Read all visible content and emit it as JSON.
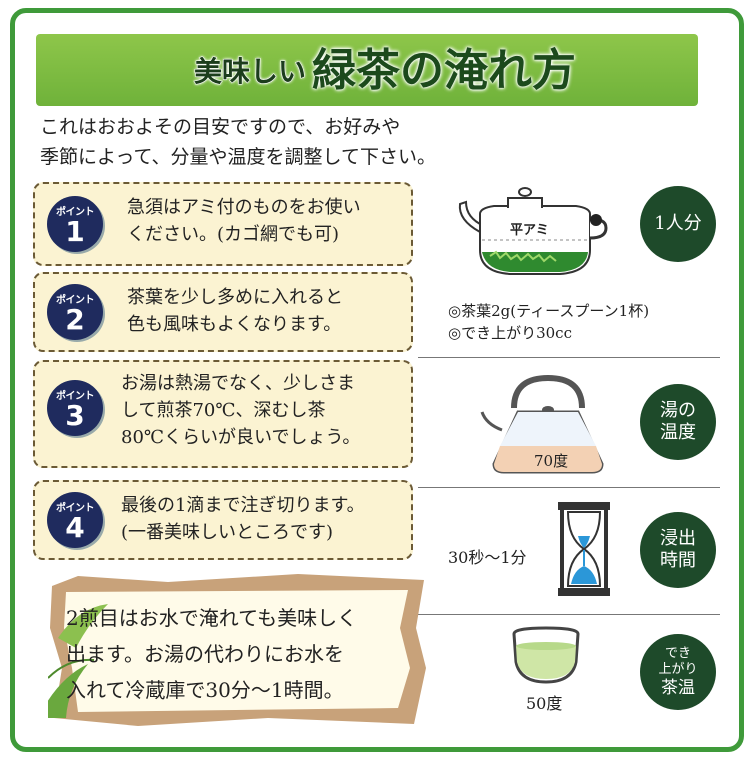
{
  "title": {
    "prefix": "美味しい",
    "main": "緑茶の淹れ方"
  },
  "intro": {
    "line1": "これはおおよその目安ですので、お好みや",
    "line2": "季節によって、分量や温度を調整して下さい。"
  },
  "points": [
    {
      "badge": "ポイント",
      "number": "1",
      "lines": [
        "急須はアミ付のものをお使い",
        "ください。(カゴ網でも可)"
      ]
    },
    {
      "badge": "ポイント",
      "number": "2",
      "lines": [
        "茶葉を少し多めに入れると",
        "色も風味もよくなります。"
      ]
    },
    {
      "badge": "ポイント",
      "number": "3",
      "lines": [
        "お湯は熱湯でなく、少しさま",
        "して煎茶70℃、深むし茶",
        "80℃くらいが良いでしょう。"
      ]
    },
    {
      "badge": "ポイント",
      "number": "4",
      "lines": [
        "最後の1滴まで注ぎ切ります。",
        "(一番美味しいところです)"
      ]
    }
  ],
  "teapot": {
    "label": "平アミ"
  },
  "amount": {
    "circle": "1人分",
    "line1": "◎茶葉2g(ティースプーン1杯)",
    "line2": "◎でき上がり30cc"
  },
  "temperature": {
    "circle_line1": "湯の",
    "circle_line2": "温度",
    "kettle_label": "70度"
  },
  "steep": {
    "circle_line1": "浸出",
    "circle_line2": "時間",
    "label": "30秒〜1分"
  },
  "final": {
    "circle_line1": "でき",
    "circle_line2": "上がり",
    "circle_line3": "茶温",
    "label": "50度"
  },
  "board": {
    "line1": "2煎目はお水で淹れても美味しく",
    "line2": "出ます。お湯の代わりにお水を",
    "line3": "入れて冷蔵庫で30分〜1時間。"
  },
  "colors": {
    "frame": "#3f9a3a",
    "banner": "#7cbb42",
    "badge": "#1f2b5e",
    "circle": "#1e4a2a",
    "card": "#fbf3d2"
  }
}
